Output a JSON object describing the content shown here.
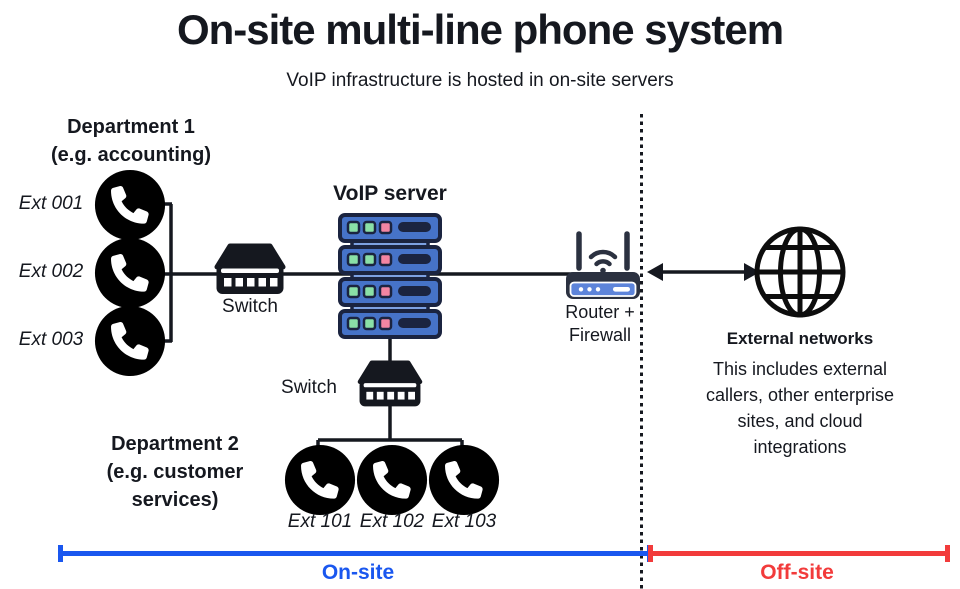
{
  "title": "On-site multi-line phone system",
  "subtitle": "VoIP infrastructure is hosted in on-site servers",
  "department1": {
    "name": "Department 1",
    "example": "(e.g. accounting)",
    "extensions": [
      "Ext 001",
      "Ext 002",
      "Ext 003"
    ]
  },
  "department2": {
    "name": "Department 2",
    "example": "(e.g. customer services)",
    "extensions": [
      "Ext 101",
      "Ext 102",
      "Ext 103"
    ]
  },
  "devices": {
    "voip_server": "VoIP server",
    "switch1": "Switch",
    "switch2": "Switch",
    "router_line1": "Router +",
    "router_line2": "Firewall"
  },
  "external": {
    "title": "External networks",
    "description": "This includes external callers, other enterprise sites, and cloud integrations"
  },
  "zones": {
    "onsite": "On-site",
    "offsite": "Off-site"
  },
  "colors": {
    "onsite": "#1a57ef",
    "offsite": "#f23b3b",
    "line": "#15181f",
    "server-blue": "#4673c8",
    "server-blue-light": "#7da1e2",
    "server-outline": "#1b2440",
    "led-green": "#8ae0a7",
    "led-pink": "#f285a2",
    "router-dark": "#2b3140",
    "router-band": "#5d84da",
    "black": "#0d0d0d"
  }
}
